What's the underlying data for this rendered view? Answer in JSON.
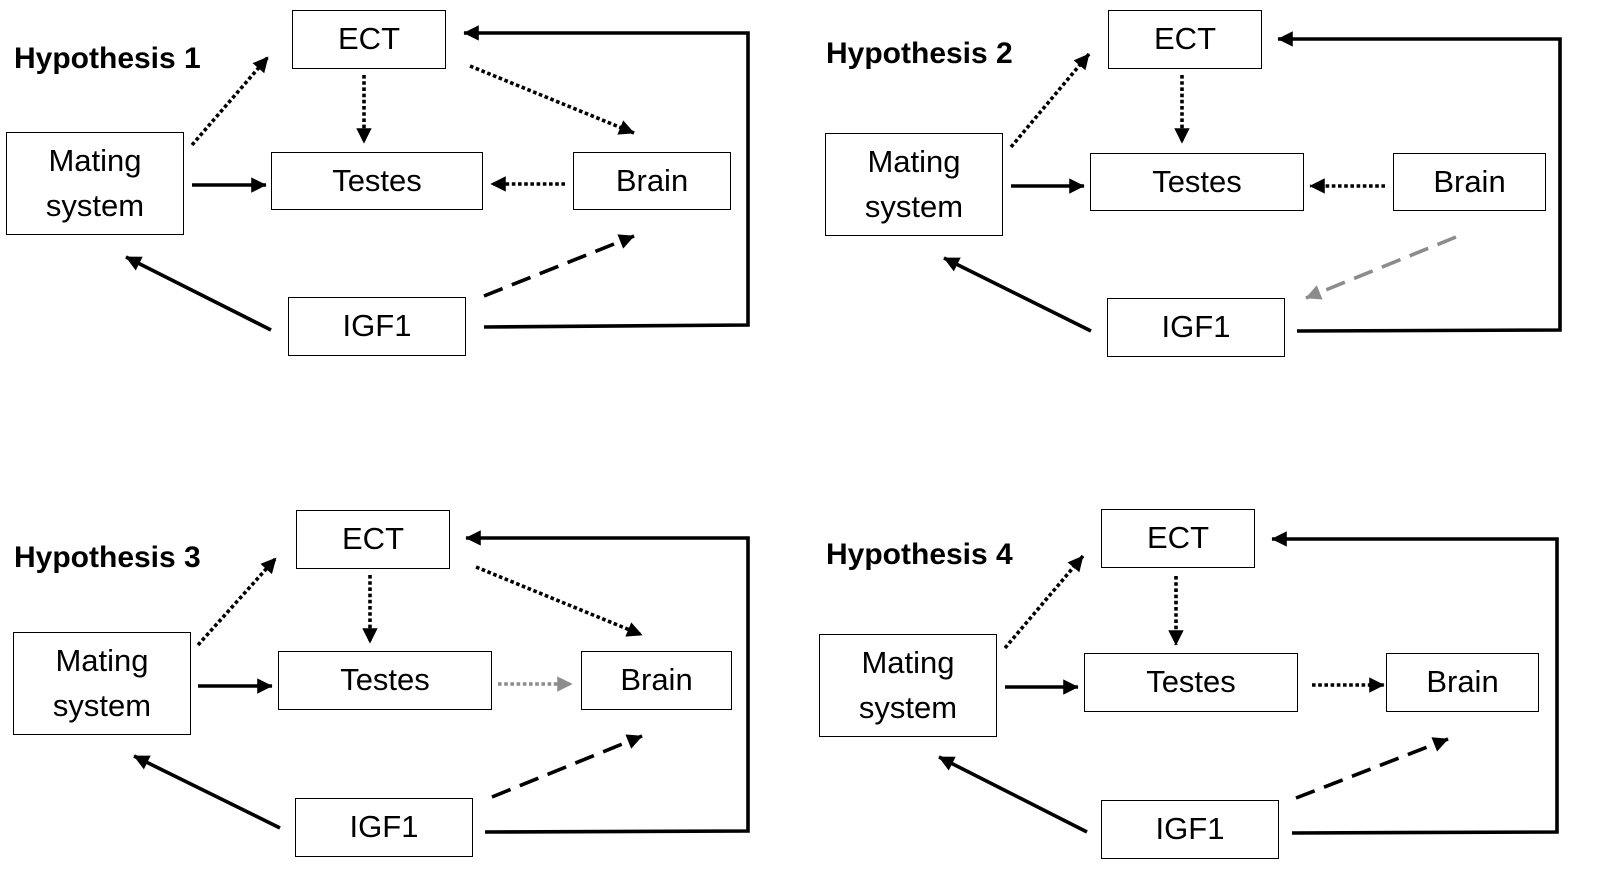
{
  "figure": {
    "panels": [
      {
        "title": "Hypothesis 1",
        "nodes": {
          "ect": "ECT",
          "mating": "Mating\nsystem",
          "testes": "Testes",
          "brain": "Brain",
          "igf1": "IGF1"
        },
        "edges": [
          {
            "from": "mating",
            "to": "ect",
            "style": "dotted",
            "color": "#000000"
          },
          {
            "from": "ect",
            "to": "testes",
            "style": "dotted",
            "color": "#000000"
          },
          {
            "from": "ect",
            "to": "brain",
            "style": "dotted",
            "color": "#000000"
          },
          {
            "from": "mating",
            "to": "testes",
            "style": "solid",
            "color": "#000000"
          },
          {
            "from": "brain",
            "to": "testes",
            "style": "dotted",
            "color": "#000000"
          },
          {
            "from": "igf1",
            "to": "mating",
            "style": "solid",
            "color": "#000000"
          },
          {
            "from": "igf1",
            "to": "brain",
            "style": "dashed",
            "color": "#000000"
          },
          {
            "from": "igf1",
            "to": "ect",
            "style": "solid",
            "color": "#000000"
          }
        ]
      },
      {
        "title": "Hypothesis 2",
        "nodes": {
          "ect": "ECT",
          "mating": "Mating\nsystem",
          "testes": "Testes",
          "brain": "Brain",
          "igf1": "IGF1"
        },
        "edges": [
          {
            "from": "mating",
            "to": "ect",
            "style": "dotted",
            "color": "#000000"
          },
          {
            "from": "ect",
            "to": "testes",
            "style": "dotted",
            "color": "#000000"
          },
          {
            "from": "mating",
            "to": "testes",
            "style": "solid",
            "color": "#000000"
          },
          {
            "from": "brain",
            "to": "testes",
            "style": "dotted",
            "color": "#000000"
          },
          {
            "from": "brain",
            "to": "igf1",
            "style": "dashed",
            "color": "#8c8c8c"
          },
          {
            "from": "igf1",
            "to": "mating",
            "style": "solid",
            "color": "#000000"
          },
          {
            "from": "igf1",
            "to": "ect",
            "style": "solid",
            "color": "#000000"
          }
        ]
      },
      {
        "title": "Hypothesis 3",
        "nodes": {
          "ect": "ECT",
          "mating": "Mating\nsystem",
          "testes": "Testes",
          "brain": "Brain",
          "igf1": "IGF1"
        },
        "edges": [
          {
            "from": "mating",
            "to": "ect",
            "style": "dotted",
            "color": "#000000"
          },
          {
            "from": "ect",
            "to": "testes",
            "style": "dotted",
            "color": "#000000"
          },
          {
            "from": "ect",
            "to": "brain",
            "style": "dotted",
            "color": "#000000"
          },
          {
            "from": "mating",
            "to": "testes",
            "style": "solid",
            "color": "#000000"
          },
          {
            "from": "testes",
            "to": "brain",
            "style": "dotted",
            "color": "#8c8c8c"
          },
          {
            "from": "igf1",
            "to": "mating",
            "style": "solid",
            "color": "#000000"
          },
          {
            "from": "igf1",
            "to": "brain",
            "style": "dashed",
            "color": "#000000"
          },
          {
            "from": "igf1",
            "to": "ect",
            "style": "solid",
            "color": "#000000"
          }
        ]
      },
      {
        "title": "Hypothesis 4",
        "nodes": {
          "ect": "ECT",
          "mating": "Mating\nsystem",
          "testes": "Testes",
          "brain": "Brain",
          "igf1": "IGF1"
        },
        "edges": [
          {
            "from": "mating",
            "to": "ect",
            "style": "dotted",
            "color": "#000000"
          },
          {
            "from": "ect",
            "to": "testes",
            "style": "dotted",
            "color": "#000000"
          },
          {
            "from": "mating",
            "to": "testes",
            "style": "solid",
            "color": "#000000"
          },
          {
            "from": "testes",
            "to": "brain",
            "style": "dotted",
            "color": "#000000"
          },
          {
            "from": "igf1",
            "to": "mating",
            "style": "solid",
            "color": "#000000"
          },
          {
            "from": "igf1",
            "to": "brain",
            "style": "dashed",
            "color": "#000000"
          },
          {
            "from": "igf1",
            "to": "ect",
            "style": "solid",
            "color": "#000000"
          }
        ]
      }
    ]
  }
}
